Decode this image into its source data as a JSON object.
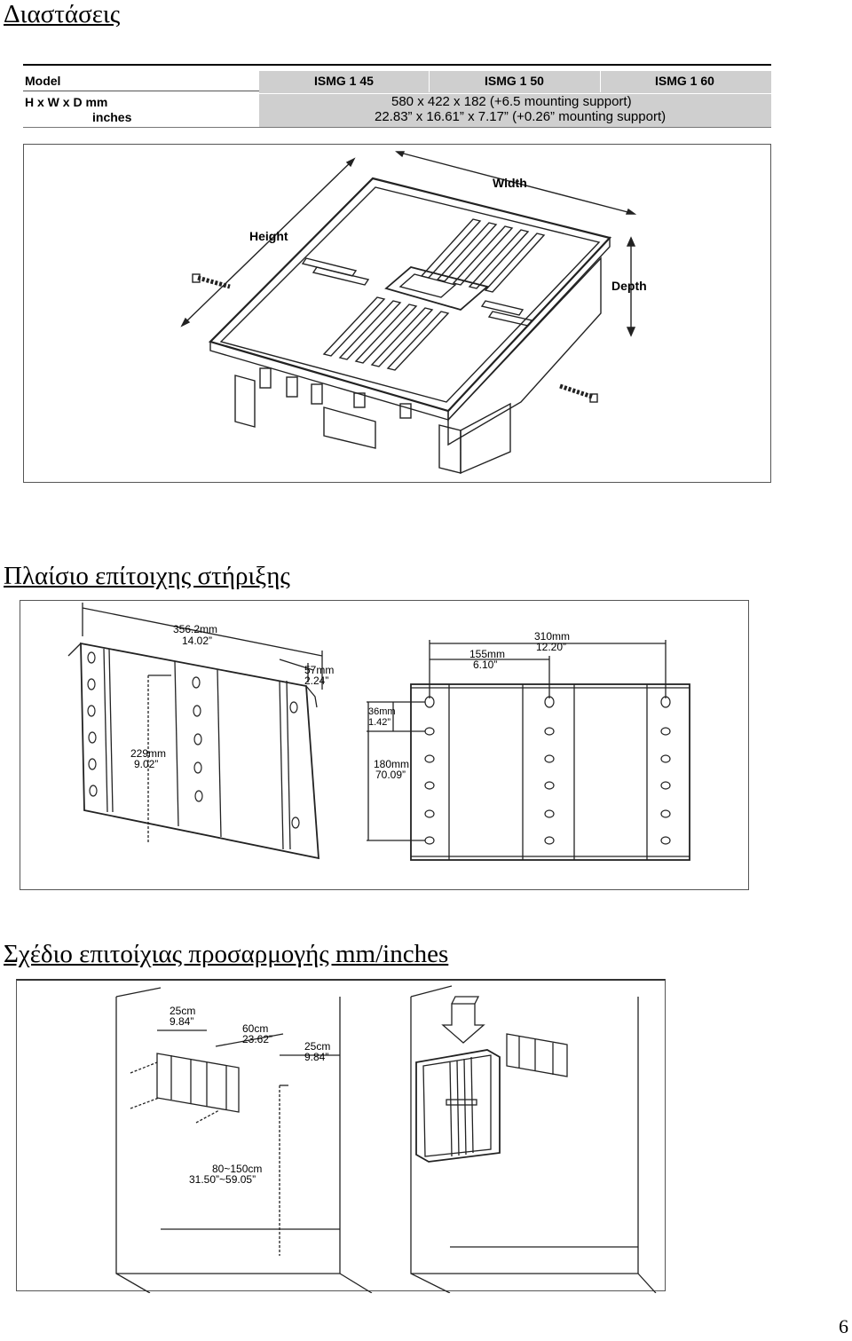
{
  "headings": {
    "dimensions": "Διαστάσεις",
    "wall_frame": "Πλαίσιο επίτοιχης στήριξης",
    "wall_plan": "Σχέδιο επιτοίχιας προσαρμογής mm/inches"
  },
  "spec_table": {
    "model_label": "Model",
    "models": [
      "ISMG 1 45",
      "ISMG 1 50",
      "ISMG 1 60"
    ],
    "dims_label": "H x W x D  mm",
    "inches_label": "inches",
    "dims_mm": "580 x 422 x 182 (+6.5 mounting support)",
    "dims_inches": "22.83” x 16.61” x 7.17” (+0.26” mounting support)"
  },
  "figure1": {
    "width": "Width",
    "height": "Height",
    "depth": "Depth"
  },
  "figure2": {
    "w_mm": "356.2mm",
    "w_in": "14.02”",
    "d_mm": "57mm",
    "d_in": "2.24”",
    "h_mm": "229mm",
    "h_in": "9.02”",
    "span_mm": "310mm",
    "span_in": "12.20”",
    "half_mm": "155mm",
    "half_in": "6.10”",
    "pitch_mm": "36mm",
    "pitch_in": "1.42”",
    "len_mm": "180mm",
    "len_in": "70.09”"
  },
  "figure3": {
    "top_mm": "25cm",
    "top_in": "9.84”",
    "side_mm": "60cm",
    "side_in": "23.62”",
    "right_mm": "25cm",
    "right_in": "9.84”",
    "floor_mm": "80~150cm",
    "floor_in": "31.50”~59.05”"
  },
  "page_number": "6"
}
